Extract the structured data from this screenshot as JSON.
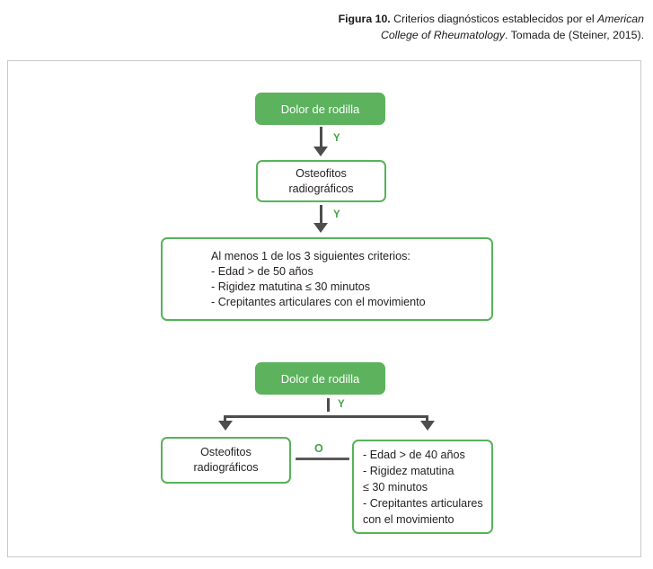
{
  "caption": {
    "figure_label": "Figura 10.",
    "line1_rest": " Criterios diagnósticos establecidos por el ",
    "line1_italic": "American",
    "line2_italic": "College of Rheumatology",
    "line2_rest": ". Tomada de (Steiner, 2015)."
  },
  "colors": {
    "green_fill": "#5cb25d",
    "green_border": "#56b35a",
    "green_text": "#44a147",
    "arrow_gray": "#4d4d4d",
    "frame_gray": "#c9c9c9",
    "body_text": "#231f20"
  },
  "diagram": {
    "section1": {
      "node_pain": "Dolor de rodilla",
      "connector1_label": "Y",
      "node_osteophytes": "Osteofitos\nradiográficos",
      "connector2_label": "Y",
      "criteria_title": "Al menos 1 de los 3 siguientes criterios:",
      "criteria_items": [
        "- Edad > de 50 años",
        "- Rigidez matutina ≤ 30 minutos",
        "-  Crepitantes articulares con el movimiento"
      ]
    },
    "section2": {
      "node_pain": "Dolor de rodilla",
      "connector_label": "Y",
      "node_osteophytes": "Osteofitos\nradiográficos",
      "or_label": "O",
      "criteria_items": [
        "- Edad > de 40 años",
        "- Rigidez matutina\n  ≤ 30 minutos",
        "- Crepitantes articulares\n  con el movimiento"
      ]
    }
  }
}
